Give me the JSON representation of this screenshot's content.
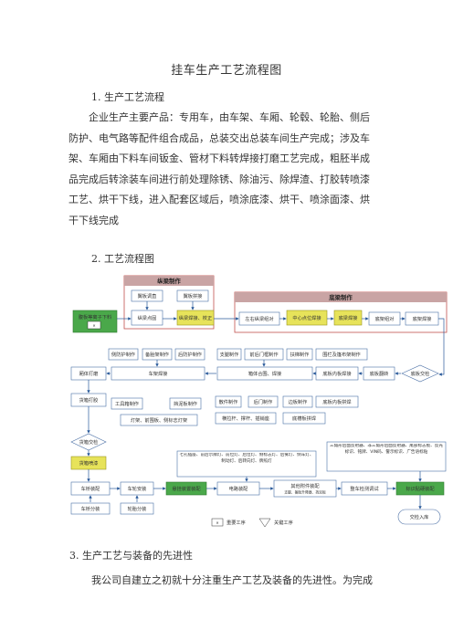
{
  "doc": {
    "title": "挂车生产工艺流程图",
    "section1": "1. 生产工艺流程",
    "para_lines": [
      "企业生产主要产品：专用车，由车架、车厢、轮毂、轮胎、侧后",
      "防护、电气路等配件组合成品，总装交出总装车间生产完成；涉及车",
      "架、车厢由下料车间钣金、管材下料转焊接打磨工艺完成，粗胚半成",
      "品完成后转涂装车间进行前处理除锈、除油污、除焊渣、打胶转喷漆",
      "工艺、烘干下线，进入配套区域后，喷涂底漆、烘干、喷涂面漆、烘",
      "干下线完成"
    ],
    "section2": "2. 工艺流程图",
    "section3": "3. 生产工艺与装备的先进性",
    "para2": "我公司自建立之初就十分注重生产工艺及装备的先进性。为完成"
  },
  "flow": {
    "group_top": "纵梁制作",
    "group_right": "底梁制作",
    "row1": {
      "flat_rect": "翼板调直",
      "flat_rect2": "翼板拼接",
      "start": "腹板等离子下料",
      "longi_combine": "纵梁点固",
      "longi_weld": "纵梁焊接、校正",
      "lr_pair": "左右纵梁组对",
      "center_adj": "中心点位焊接",
      "bottom_weld": "底梁焊接",
      "bottom_pair": "底架组对",
      "bottom_weld2": "底架焊接"
    },
    "row2": {
      "side_protect": "侧防护制作",
      "beam_parts": "备胎架制作",
      "rear_protect": "后防护制作",
      "support": "支腿制作",
      "door_frame": "前后门框制作",
      "step": "扶梯制作",
      "fence_frame": "围栏及篷布架制作"
    },
    "row3": {
      "side_paint": "厢体打磨",
      "frame_weld": "车架焊接",
      "assembly_weld": "箱体合围、焊接",
      "floor_weld": "底板内板焊接",
      "floor_cut": "底板翻转",
      "inspect": "底板交检"
    },
    "row4": {
      "box_polish": "货箱打胶",
      "tool_box": "工具箱制作",
      "light_make": "挡泥板制作",
      "parts": "散件制作",
      "rear_door": "后门制作",
      "side_board": "边板制作",
      "floor_inner": "底板内板拼焊"
    },
    "row4b": {
      "lamps": "灯架、前围板、侧标志灯架",
      "plates": "横拉杆、撑杆、插销座",
      "boards": "底槽板拼焊"
    },
    "row5": {
      "box_check": "货箱交检",
      "box_paint": "货箱喷漆"
    },
    "note": {
      "left": "七孔插座、前后示廓灯、前位灯、后位灯、侧标志灯、后雾灯、倒车灯、制动灯、后转向灯、牌照灯",
      "right": "三角形后面反射器、非三角形后面反射器、尾部标志板、反光标识、铭牌、VIN码、警示标识、广告语标贴"
    },
    "row6": {
      "axle": "车桥装配",
      "wheel": "车轮安装",
      "susp": "悬挂装置装配",
      "elec": "电路装配",
      "other": "其他附件装配",
      "other_sub": "支腿、备胎升降器、挡泥板",
      "debug": "整车检测调试",
      "final_check": "标识贴硬装配",
      "deliver": "交检入库"
    },
    "row7": {
      "axle_sub": "车桥分装",
      "wheel_sub": "轮胎分装"
    },
    "legend": {
      "important": "重要工序",
      "key": "关键工序"
    }
  }
}
